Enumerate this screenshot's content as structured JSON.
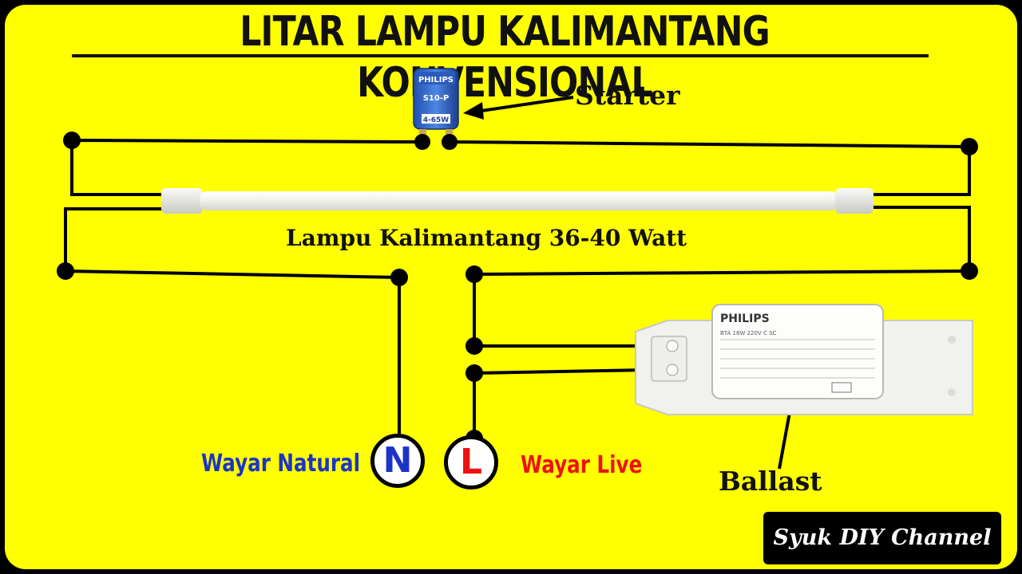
{
  "title": "LITAR LAMPU KALIMANTANG KONVENSIONAL",
  "labels": {
    "starter": "Starter",
    "lamp": "Lampu Kalimantang 36-40 Watt",
    "ballast": "Ballast",
    "wayar_natural": "Wayar Natural",
    "wayar_live": "Wayar Live"
  },
  "terminals": {
    "neutral": "N",
    "live": "L"
  },
  "starter_device": {
    "brand": "PHILIPS",
    "model": "S10-P",
    "rating": "4-65W"
  },
  "ballast_device": {
    "brand": "PHILIPS",
    "model": "BTA 18W 220V C SC"
  },
  "channel": "Syuk DIY Channel",
  "colors": {
    "background": "#ffff00",
    "wire": "#000000",
    "natural": "#1b34c7",
    "live": "#ee1111"
  }
}
